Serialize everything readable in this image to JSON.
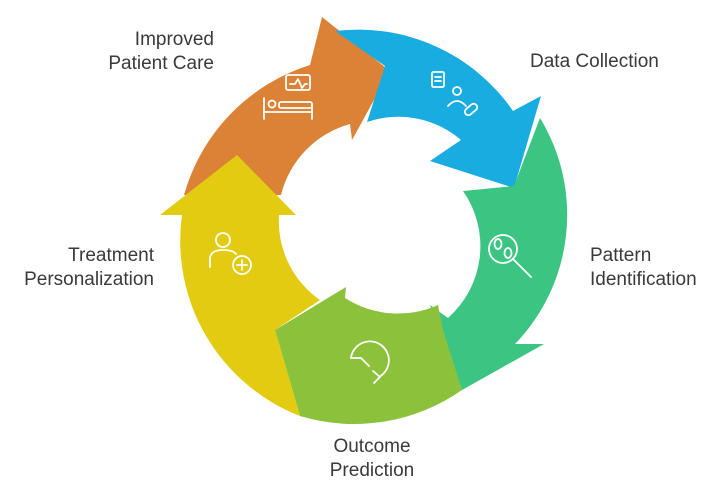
{
  "stages": [
    {
      "id": "data-collection",
      "lines": [
        "Data Collection"
      ],
      "color": "#18ACE0",
      "icon": "patient-record-icon"
    },
    {
      "id": "pattern-identification",
      "lines": [
        "Pattern",
        "Identification"
      ],
      "color": "#3CC483",
      "icon": "magnifier-icon"
    },
    {
      "id": "outcome-prediction",
      "lines": [
        "Outcome",
        "Prediction"
      ],
      "color": "#8CC23B",
      "icon": "prediction-arrow-icon"
    },
    {
      "id": "treatment-personalization",
      "lines": [
        "Treatment",
        "Personalization"
      ],
      "color": "#E2CB10",
      "icon": "medical-doctor-icon"
    },
    {
      "id": "improved-patient-care",
      "lines": [
        "Improved",
        "Patient Care"
      ],
      "color": "#DC8236",
      "icon": "hospital-bed-icon"
    }
  ]
}
